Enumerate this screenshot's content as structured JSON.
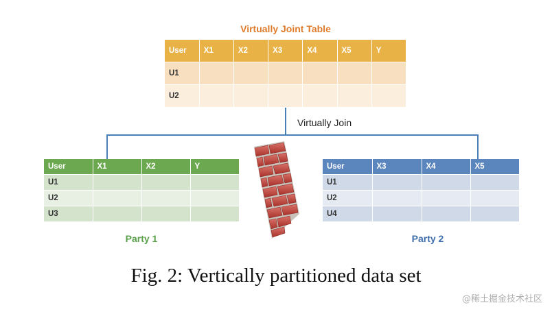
{
  "joint": {
    "title": "Virtually Joint Table",
    "title_color": "#e07b2b",
    "header": [
      "User",
      "X1",
      "X2",
      "X3",
      "X4",
      "X5",
      "Y"
    ],
    "rows": [
      [
        "U1",
        "",
        "",
        "",
        "",
        "",
        ""
      ],
      [
        "U2",
        "",
        "",
        "",
        "",
        "",
        ""
      ]
    ]
  },
  "join_label": "Virtually Join",
  "party1": {
    "header": [
      "User",
      "X1",
      "X2",
      "Y"
    ],
    "rows": [
      [
        "U1",
        "",
        "",
        ""
      ],
      [
        "U2",
        "",
        "",
        ""
      ],
      [
        "U3",
        "",
        "",
        ""
      ]
    ],
    "label": "Party 1",
    "color": "#5aa04a"
  },
  "party2": {
    "header": [
      "User",
      "X3",
      "X4",
      "X5"
    ],
    "rows": [
      [
        "U1",
        "",
        "",
        ""
      ],
      [
        "U2",
        "",
        "",
        ""
      ],
      [
        "U4",
        "",
        "",
        ""
      ]
    ],
    "label": "Party 2",
    "color": "#3f6fad"
  },
  "wall_icon": "brick-wall-icon",
  "caption": "Fig. 2: Vertically partitioned data set",
  "watermark": "@稀土掘金技术社区"
}
